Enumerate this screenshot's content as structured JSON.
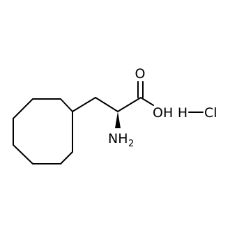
{
  "molecule": {
    "atom_labels": {
      "carbonyl_oxygen": "O",
      "hydroxyl": "OH",
      "amine_n": "NH",
      "amine_subscript": "2",
      "hydrogen": "H",
      "chlorine": "Cl"
    },
    "colors": {
      "bond": "#000000",
      "text": "#000000",
      "background": "#ffffff"
    }
  }
}
